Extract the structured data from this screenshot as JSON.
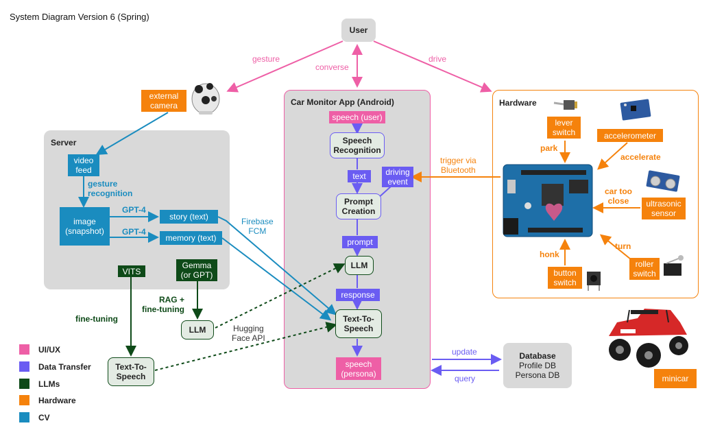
{
  "page_title": "System Diagram Version 6 (Spring)",
  "user": "User",
  "edges": {
    "gesture": "gesture",
    "converse": "converse",
    "drive": "drive"
  },
  "server": {
    "title": "Server",
    "video_feed": "video\nfeed",
    "gesture_recognition": "gesture\nrecognition",
    "image": "image\n(snapshot)",
    "gpt4_a": "GPT-4",
    "gpt4_b": "GPT-4",
    "story": "story (text)",
    "memory": "memory (text)",
    "vits": "VITS",
    "gemma": "Gemma\n(or GPT)"
  },
  "external_camera": "external\ncamera",
  "firebase": "Firebase\nFCM",
  "rag": "RAG +\nfine-tuning",
  "fine_tuning": "fine-tuning",
  "llm_server": "LLM",
  "tts_server": "Text-To-\nSpeech",
  "hugging_face": "Hugging\nFace API",
  "app": {
    "title": "Car Monitor App (Android)",
    "speech_user": "speech (user)",
    "speech_recognition": "Speech\nRecognition",
    "text": "text",
    "driving_event": "driving\nevent",
    "prompt_creation": "Prompt\nCreation",
    "prompt": "prompt",
    "llm": "LLM",
    "response": "response",
    "tts": "Text-To-\nSpeech",
    "speech_persona": "speech\n(persona)"
  },
  "trigger": "trigger via\nBluetooth",
  "hardware": {
    "title": "Hardware",
    "lever_switch": "lever\nswitch",
    "park": "park",
    "accelerometer": "accelerometer",
    "accelerate": "accelerate",
    "car_too_close": "car too\nclose",
    "ultrasonic": "ultrasonic\nsensor",
    "turn": "turn",
    "roller_switch": "roller\nswitch",
    "honk": "honk",
    "button_switch": "button\nswitch"
  },
  "database": {
    "title": "Database",
    "line1": "Profile DB",
    "line2": "Persona DB"
  },
  "update": "update",
  "query": "query",
  "minicar": "minicar",
  "legend": [
    "UI/UX",
    "Data Transfer",
    "LLMs",
    "Hardware",
    "CV"
  ],
  "colors": {
    "uiux": "#ee5fa6",
    "data": "#6a5cf2",
    "llm": "#0e4a18",
    "hardware": "#f5820c",
    "cv": "#1a8cbf"
  }
}
